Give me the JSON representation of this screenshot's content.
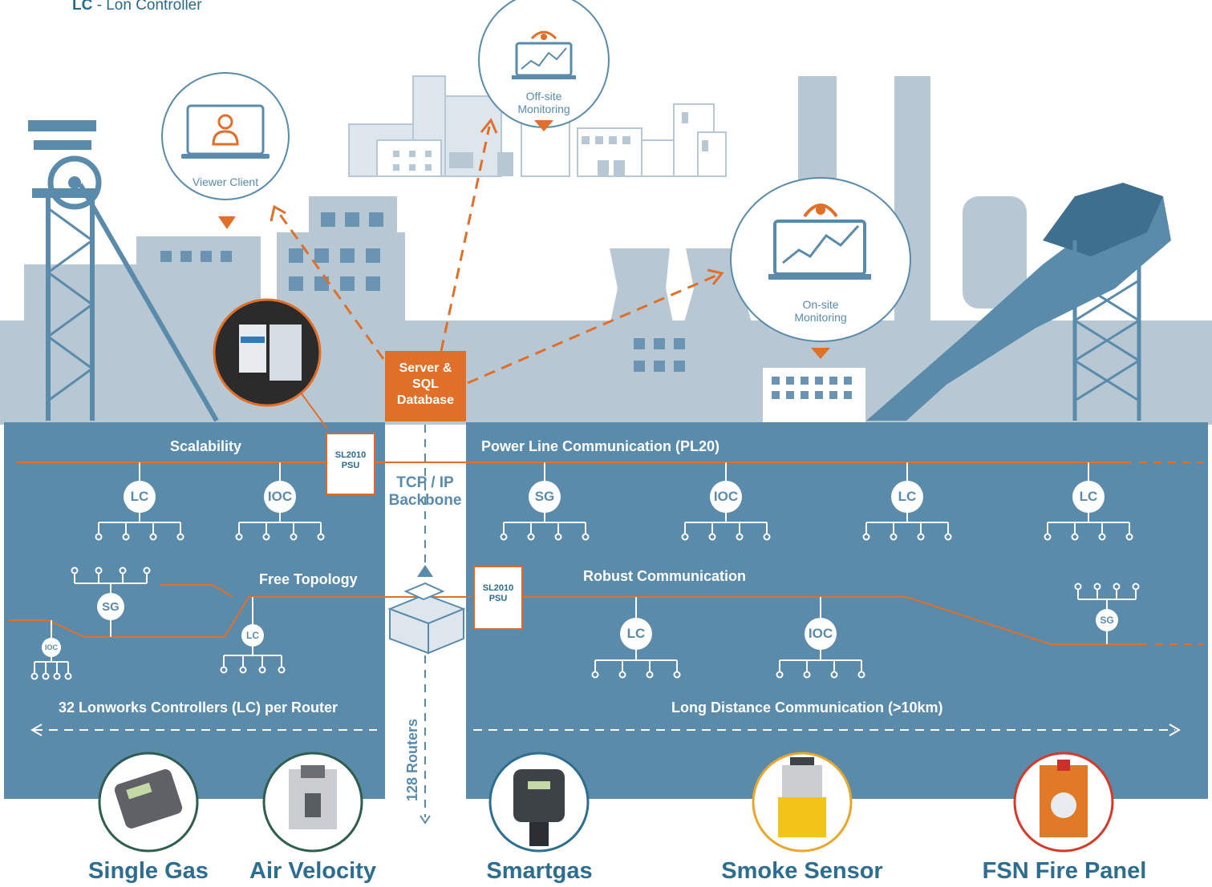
{
  "legend": {
    "abbr": "LC",
    "text": " - Lon Controller"
  },
  "monitors": {
    "viewer": "Viewer Client",
    "offsite_1": "Off-site",
    "offsite_2": "Monitoring",
    "onsite_1": "On-site",
    "onsite_2": "Monitoring"
  },
  "server": {
    "line1": "Server &",
    "line2": "SQL",
    "line3": "Database"
  },
  "labels": {
    "scalability": "Scalability",
    "plc": "Power Line Communication (PL20)",
    "tcp1": "TCP / IP",
    "tcp2": "Backbone",
    "free_topology": "Free Topology",
    "robust": "Robust Communication",
    "controllers": "32 Lonworks Controllers (LC) per Router",
    "long_distance": "Long Distance Communication (>10km)",
    "routers": "128 Routers"
  },
  "psu": {
    "line1": "SL2010",
    "line2": "PSU"
  },
  "nodes": {
    "lc": "LC",
    "ioc": "IOC",
    "sg": "SG"
  },
  "devices": [
    "Single Gas",
    "Air Velocity",
    "Smartgas",
    "Smoke Sensor",
    "FSN Fire Panel"
  ],
  "colors": {
    "accent": "#df6f29",
    "panel": "#5a8bab",
    "skyline": "#b7c8d4",
    "text_dark": "#2d6d90"
  }
}
